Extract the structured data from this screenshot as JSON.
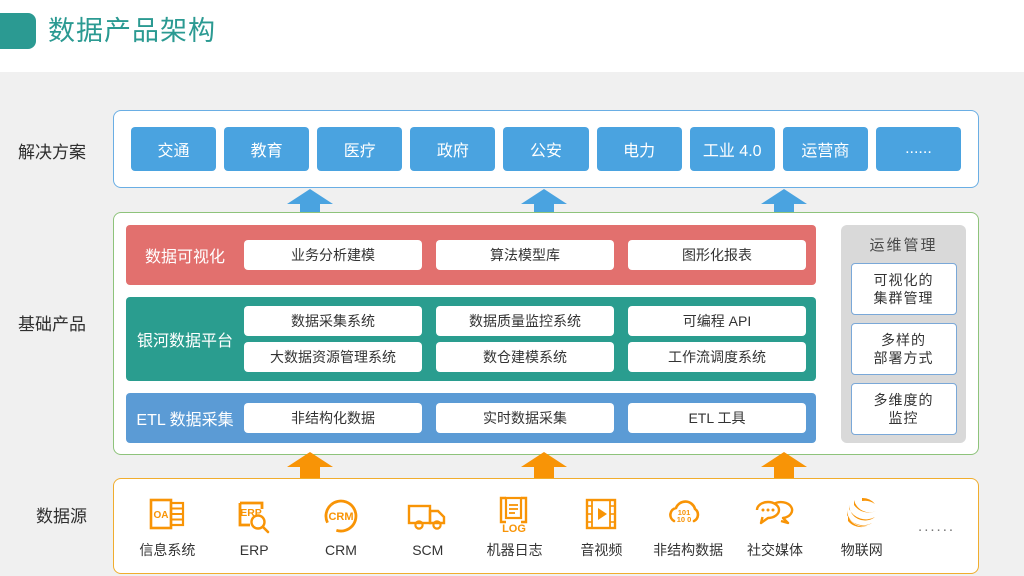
{
  "header": {
    "title": "数据产品架构",
    "accent_color": "#2b9a92"
  },
  "labels": {
    "solution": "解决方案",
    "base_products": "基础产品",
    "data_source": "数据源"
  },
  "solution": {
    "chips": [
      {
        "label": "交通"
      },
      {
        "label": "教育"
      },
      {
        "label": "医疗"
      },
      {
        "label": "政府"
      },
      {
        "label": "公安"
      },
      {
        "label": "电力"
      },
      {
        "label": "工业 4.0"
      },
      {
        "label": "运营商"
      },
      {
        "label": "......"
      }
    ],
    "chip_color": "#4aa3e0",
    "border_color": "#6aaee4"
  },
  "base_products": {
    "border_color": "#8ec37b",
    "bands": [
      {
        "title": "数据可视化",
        "color": "#e2706e",
        "rows": [
          [
            "业务分析建模",
            "算法模型库",
            "图形化报表"
          ]
        ]
      },
      {
        "title": "银河数据平台",
        "color": "#2a9d8f",
        "rows": [
          [
            "数据采集系统",
            "数据质量监控系统",
            "可编程 API"
          ],
          [
            "大数据资源管理系统",
            "数仓建模系统",
            "工作流调度系统"
          ]
        ]
      },
      {
        "title": "ETL 数据采集",
        "color": "#5b9bd5",
        "rows": [
          [
            "非结构化数据",
            "实时数据采集",
            "ETL 工具"
          ]
        ]
      }
    ]
  },
  "ops_management": {
    "title": "运维管理",
    "cards": [
      {
        "line1": "可视化的",
        "line2": "集群管理"
      },
      {
        "line1": "多样的",
        "line2": "部署方式"
      },
      {
        "line1": "多维度的",
        "line2": "监控"
      }
    ]
  },
  "data_source": {
    "border_color": "#f0ad2e",
    "icon_color": "#f89406",
    "items": [
      {
        "label": "信息系统",
        "icon": "oa-document-icon"
      },
      {
        "label": "ERP",
        "icon": "erp-search-icon"
      },
      {
        "label": "CRM",
        "icon": "crm-circle-icon"
      },
      {
        "label": "SCM",
        "icon": "truck-icon"
      },
      {
        "label": "机器日志",
        "icon": "log-clipboard-icon"
      },
      {
        "label": "音视频",
        "icon": "film-play-icon"
      },
      {
        "label": "非结构数据",
        "icon": "cloud-binary-icon"
      },
      {
        "label": "社交媒体",
        "icon": "chat-bubbles-icon"
      },
      {
        "label": "物联网",
        "icon": "globe-stripes-icon"
      }
    ],
    "ellipsis": "......"
  },
  "arrows": {
    "up_to_solution_color": "#4aa3e0",
    "up_to_base_color": "#f89406",
    "count": 3
  }
}
